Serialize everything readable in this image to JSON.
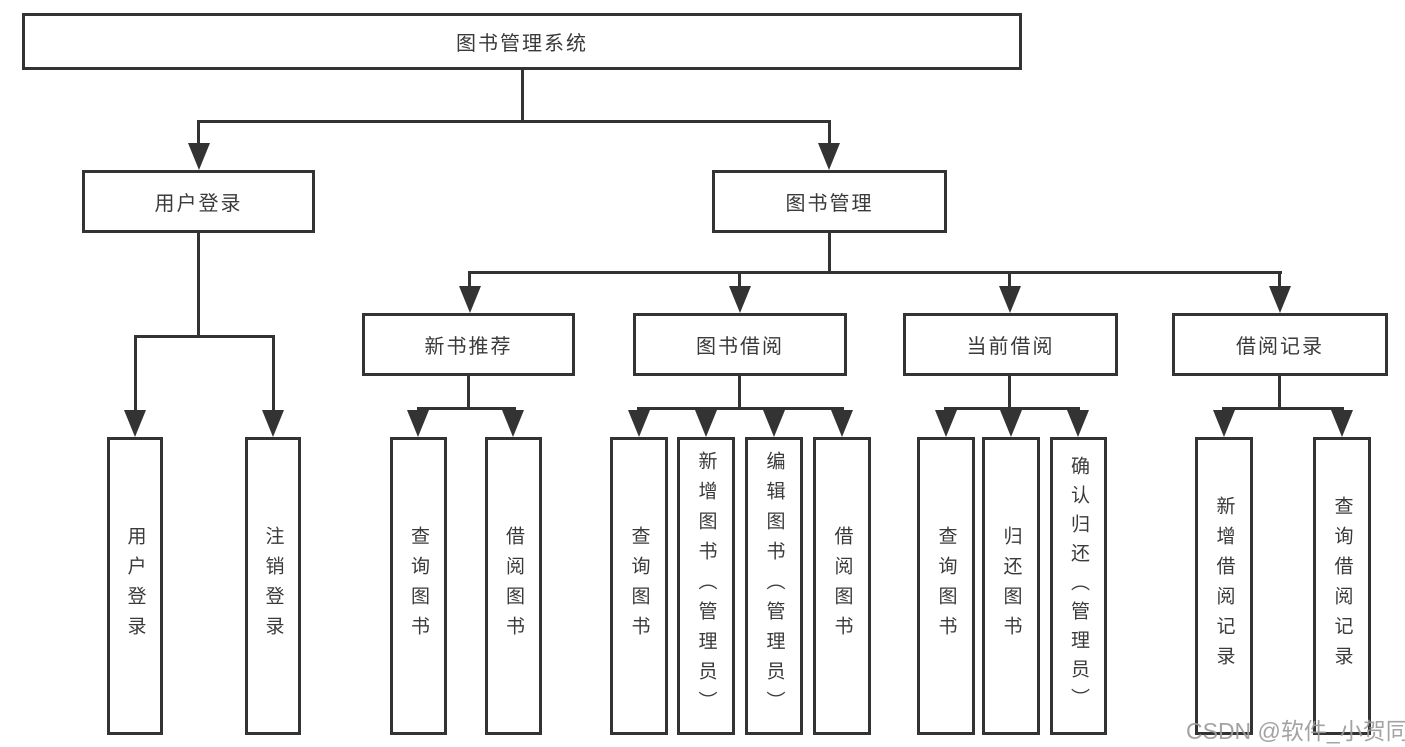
{
  "diagram": {
    "root": {
      "label": "图书管理系统"
    },
    "level2": [
      {
        "label": "用户登录"
      },
      {
        "label": "图书管理"
      }
    ],
    "level3": [
      {
        "label": "新书推荐"
      },
      {
        "label": "图书借阅"
      },
      {
        "label": "当前借阅"
      },
      {
        "label": "借阅记录"
      }
    ],
    "leaves": [
      "用户登录",
      "注销登录",
      "查询图书",
      "借阅图书",
      "查询图书",
      "新增图书（管理员）",
      "编辑图书（管理员）",
      "借阅图书",
      "查询图书",
      "归还图书",
      "确认归还（管理员）",
      "新增借阅记录",
      "查询借阅记录"
    ],
    "colors": {
      "line": "#333333",
      "text": "#3a3a3a",
      "background": "#ffffff",
      "watermark": "#9c9c9c"
    },
    "watermark": "CSDN @软件_小贺同学"
  }
}
